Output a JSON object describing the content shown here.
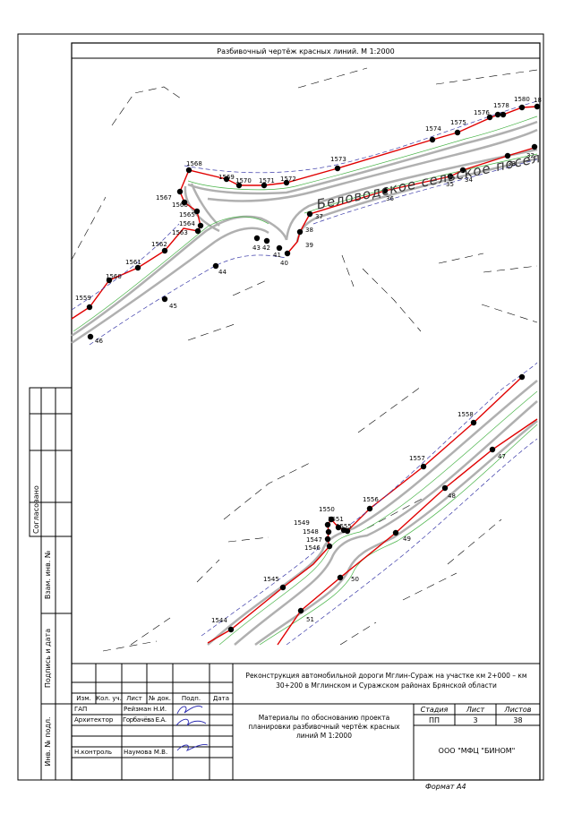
{
  "drawing": {
    "title": "Разбивочный чертёж красных линий. М 1:2000",
    "settlement_label": "Беловодское сельское посел",
    "upper_red_points": [
      "1559",
      "1560",
      "1561",
      "1562",
      "1563",
      "1564",
      "1565",
      "1566",
      "1567",
      "1568",
      "1569",
      "1570",
      "1571",
      "1572",
      "1573",
      "1574",
      "1575",
      "1576",
      "1578",
      "1580",
      "18"
    ],
    "upper_lower_points": [
      "46",
      "45",
      "44",
      "43",
      "42",
      "41",
      "40",
      "39",
      "38",
      "37",
      "36",
      "35",
      "34",
      "33",
      "32"
    ],
    "lower_red_points": [
      "1544",
      "1545",
      "1546",
      "1547",
      "1548",
      "1549",
      "1550",
      "1551",
      "1555",
      "1556",
      "1557",
      "1558"
    ],
    "lower_lower_points": [
      "51",
      "50",
      "49",
      "48",
      "47"
    ]
  },
  "side_stamp": {
    "agreed": "Согласовано",
    "inv_replace": "Взам. инв. №",
    "sign_date": "Подпись и дата",
    "inv_orig": "Инв. № подл."
  },
  "title_block": {
    "headers": [
      "Изм.",
      "Кол. уч.",
      "Лист",
      "№ док.",
      "Подп.",
      "Дата"
    ],
    "staff": [
      {
        "role": "ГАП",
        "name": "Рейзман Н.И."
      },
      {
        "role": "Архитектор",
        "name": "Горбачёва Е.А."
      },
      {
        "role": "",
        "name": ""
      },
      {
        "role": "Н.контроль",
        "name": "Наумова М.В."
      }
    ],
    "project": "Реконструкция автомобильной дороги Мглин-Сураж на участке км 2+000 – км 30+200 в Мглинском и Суражском районах Брянской области",
    "description": "Материалы по обоснованию проекта планировки разбивочный чертёж красных линий М 1:2000",
    "stage_header": "Стадия",
    "sheet_header": "Лист",
    "sheets_header": "Листов",
    "stage": "ПП",
    "sheet": "3",
    "sheets": "38",
    "company": "ООО \"МФЦ \"БИНОМ\""
  },
  "format": "Формат А4"
}
